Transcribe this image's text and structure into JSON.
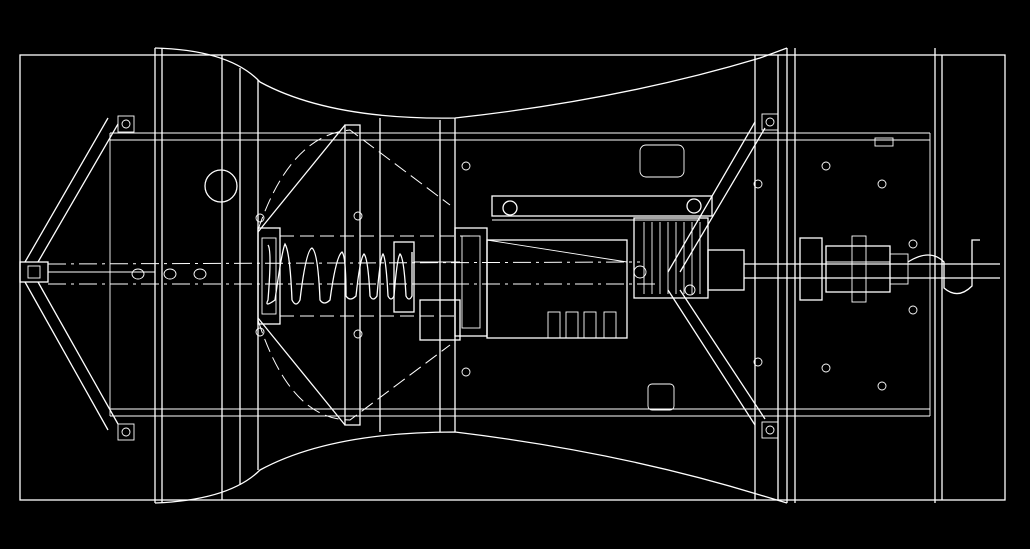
{
  "drawing": {
    "background": "#000000",
    "line_color": "#ffffff",
    "style": "cad-wireframe-top-view",
    "components": [
      "outer-casing",
      "venturi-profile",
      "left-tow-frame",
      "right-tow-frame",
      "compression-spring",
      "piston-assembly",
      "cylinder-block",
      "gear-housing",
      "coupling",
      "output-shaft",
      "mounting-bolts"
    ]
  }
}
